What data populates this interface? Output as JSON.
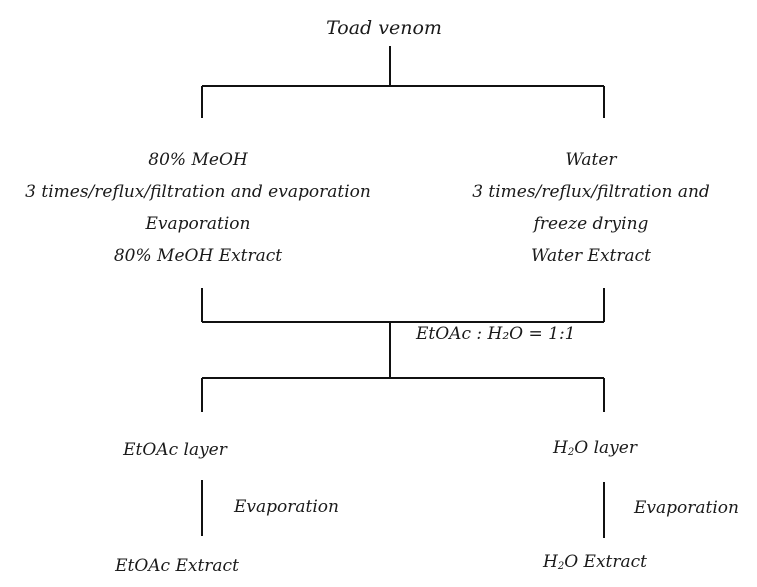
{
  "root": {
    "label": "Toad venom"
  },
  "left_branch": {
    "lines": [
      "80% MeOH",
      "3 times/reflux/filtration and evaporation",
      "Evaporation",
      "80% MeOH Extract"
    ]
  },
  "right_branch": {
    "lines": [
      "Water",
      "3 times/reflux/filtration and",
      "freeze drying",
      "Water Extract"
    ]
  },
  "partition": {
    "label": "EtOAc : H₂O = 1:1"
  },
  "etoac": {
    "layer": "EtOAc layer",
    "step": "Evaporation",
    "extract": "EtOAc Extract"
  },
  "water_phase": {
    "layer_prefix": "H",
    "layer_sub": "2",
    "layer_suffix": "O layer",
    "step": "Evaporation",
    "extract_prefix": "H",
    "extract_sub": "2",
    "extract_suffix": "O Extract"
  }
}
